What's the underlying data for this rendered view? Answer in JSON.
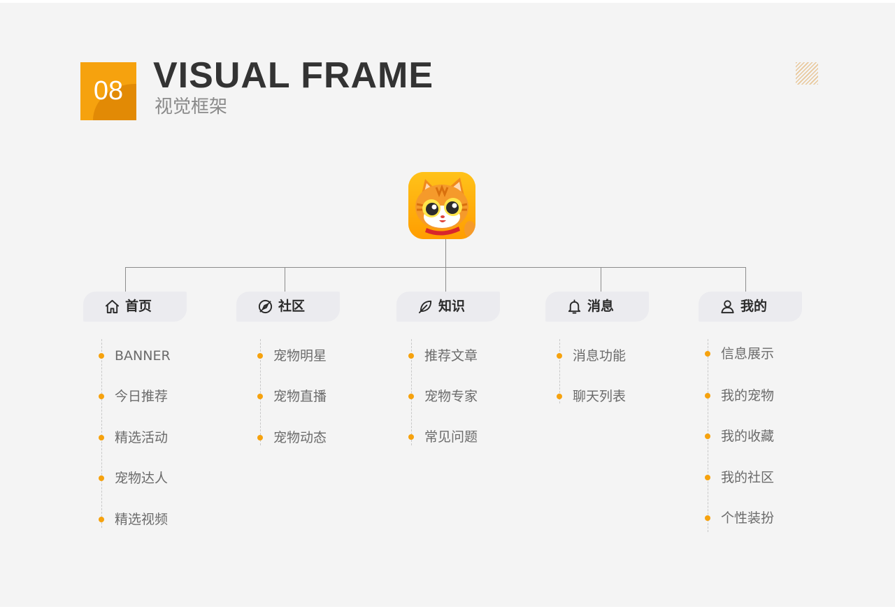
{
  "header": {
    "number": "08",
    "title_en": "VISUAL FRAME",
    "title_cn": "视觉框架"
  },
  "colors": {
    "accent": "#f6a20e",
    "accent_dark": "#e28a05",
    "title": "#333333",
    "subtitle": "#8a8a8a",
    "item_text": "#6b6b6b",
    "tab_bg": "#ebebef",
    "background": "#f4f4f4"
  },
  "root": {
    "icon": "cat-mascot-app-icon"
  },
  "sections": [
    {
      "label": "首页",
      "icon": "home-icon",
      "items": [
        "BANNER",
        "今日推荐",
        "精选活动",
        "宠物达人",
        "精选视频"
      ]
    },
    {
      "label": "社区",
      "icon": "compass-icon",
      "items": [
        "宠物明星",
        "宠物直播",
        "宠物动态"
      ]
    },
    {
      "label": "知识",
      "icon": "leaf-icon",
      "items": [
        "推荐文章",
        "宠物专家",
        "常见问题"
      ]
    },
    {
      "label": "消息",
      "icon": "bell-icon",
      "items": [
        "消息功能",
        "聊天列表"
      ]
    },
    {
      "label": "我的",
      "icon": "user-icon",
      "items": [
        "信息展示",
        "我的宠物",
        "我的收藏",
        "我的社区",
        "个性装扮"
      ]
    }
  ]
}
